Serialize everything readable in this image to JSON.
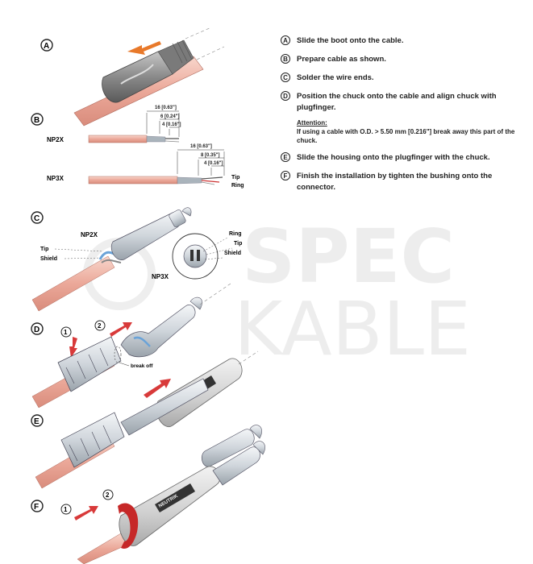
{
  "steps": [
    {
      "letter": "A",
      "text": "Slide the boot onto the cable."
    },
    {
      "letter": "B",
      "text": "Prepare cable as shown."
    },
    {
      "letter": "C",
      "text": "Solder the wire ends."
    },
    {
      "letter": "D",
      "text": "Position the chuck onto the cable and align chuck with plugfinger."
    },
    {
      "letter": "E",
      "text": "Slide the housing onto the plugfinger with the chuck."
    },
    {
      "letter": "F",
      "text": "Finish the installation by tighten the bushing onto the connector."
    }
  ],
  "attention": {
    "title": "Attention:",
    "text": "If using a cable with O.D. > 5.50 mm [0.216\"] break away this part of the chuck."
  },
  "figure": {
    "labels": {
      "A": "A",
      "B": "B",
      "C": "C",
      "D": "D",
      "E": "E",
      "F": "F"
    },
    "np2x": "NP2X",
    "np3x": "NP3X",
    "dims_np2x": [
      "16 [0.63\"]",
      "6 [0.24\"]",
      "4 [0.16\"]"
    ],
    "dims_np3x": [
      "16 [0.63\"]",
      "8 [0.35\"]",
      "4 [0.16\"]"
    ],
    "tip": "Tip",
    "ring": "Ring",
    "shield": "Shield",
    "break_off": "break off",
    "num1": "1",
    "num2": "2",
    "brand": "NEUTRIK"
  },
  "watermark": {
    "line1": "SPEC",
    "line2": "KABLE"
  },
  "colors": {
    "cable": "#f0b8a8",
    "boot": "#9a9a9a",
    "metal": "#d8dde2",
    "arrow": "#e8792a",
    "red_arrow": "#d83a3a"
  }
}
